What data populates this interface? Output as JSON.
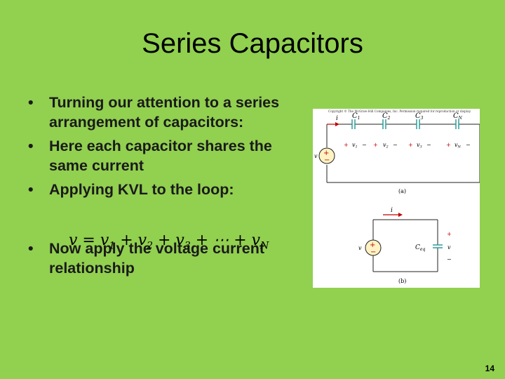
{
  "slide": {
    "title": "Series Capacitors",
    "page_number": "14"
  },
  "bullets": [
    "Turning our attention to a series arrangement of capacitors:",
    "Here each capacitor shares the same current",
    "Applying KVL to the loop:",
    "Now apply the voltage current relationship"
  ],
  "equation": {
    "lhs": "v",
    "eq": " = ",
    "t1": "v",
    "s1": "1",
    "plus": " + ",
    "t2": "v",
    "s2": "2",
    "t3": "v",
    "s3": "3",
    "ellipsis": "⋯",
    "tn": "v",
    "sn": "N"
  },
  "figure": {
    "copyright": "Copyright © The McGraw-Hill Companies, Inc. Permission required for reproduction or display.",
    "caption_a": "(a)",
    "caption_b": "(b)",
    "current_label": "i",
    "source_label": "v",
    "cap_labels": [
      "C",
      "C",
      "C",
      "C"
    ],
    "cap_subs": [
      "1",
      "2",
      "3",
      "N"
    ],
    "volt_subs": [
      "1",
      "2",
      "3",
      "N"
    ],
    "plus": "+",
    "minus": "−",
    "ceq_label": "C",
    "ceq_sub": "eq"
  }
}
